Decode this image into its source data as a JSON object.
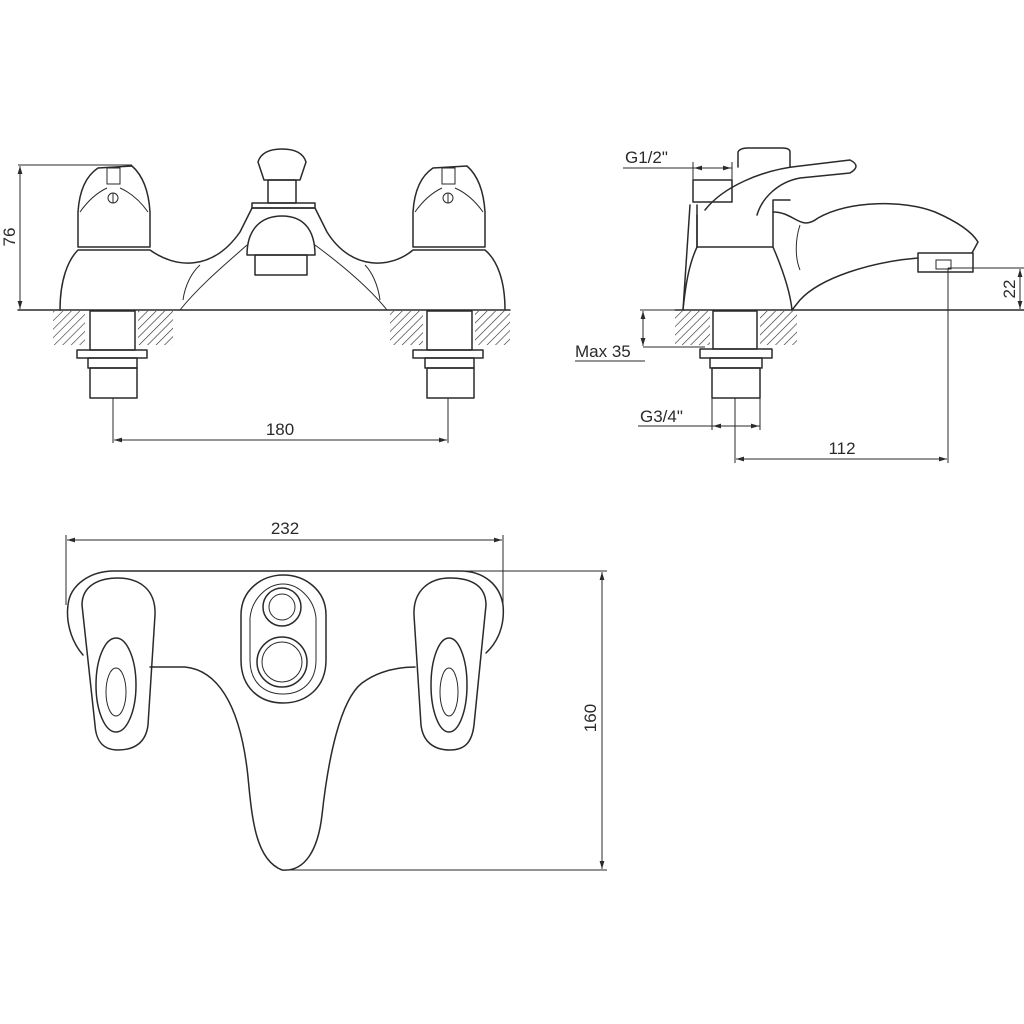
{
  "drawing": {
    "front_view": {
      "height_label": "76",
      "spacing_label": "180"
    },
    "side_view": {
      "inlet_thread_label": "G1/2\"",
      "deck_thickness_label": "Max 35",
      "connection_thread_label": "G3/4\"",
      "projection_label": "112",
      "outlet_height_label": "22"
    },
    "top_view": {
      "width_label": "232",
      "depth_label": "160"
    }
  },
  "colors": {
    "line": "#2a2a2a",
    "background": "#ffffff"
  }
}
